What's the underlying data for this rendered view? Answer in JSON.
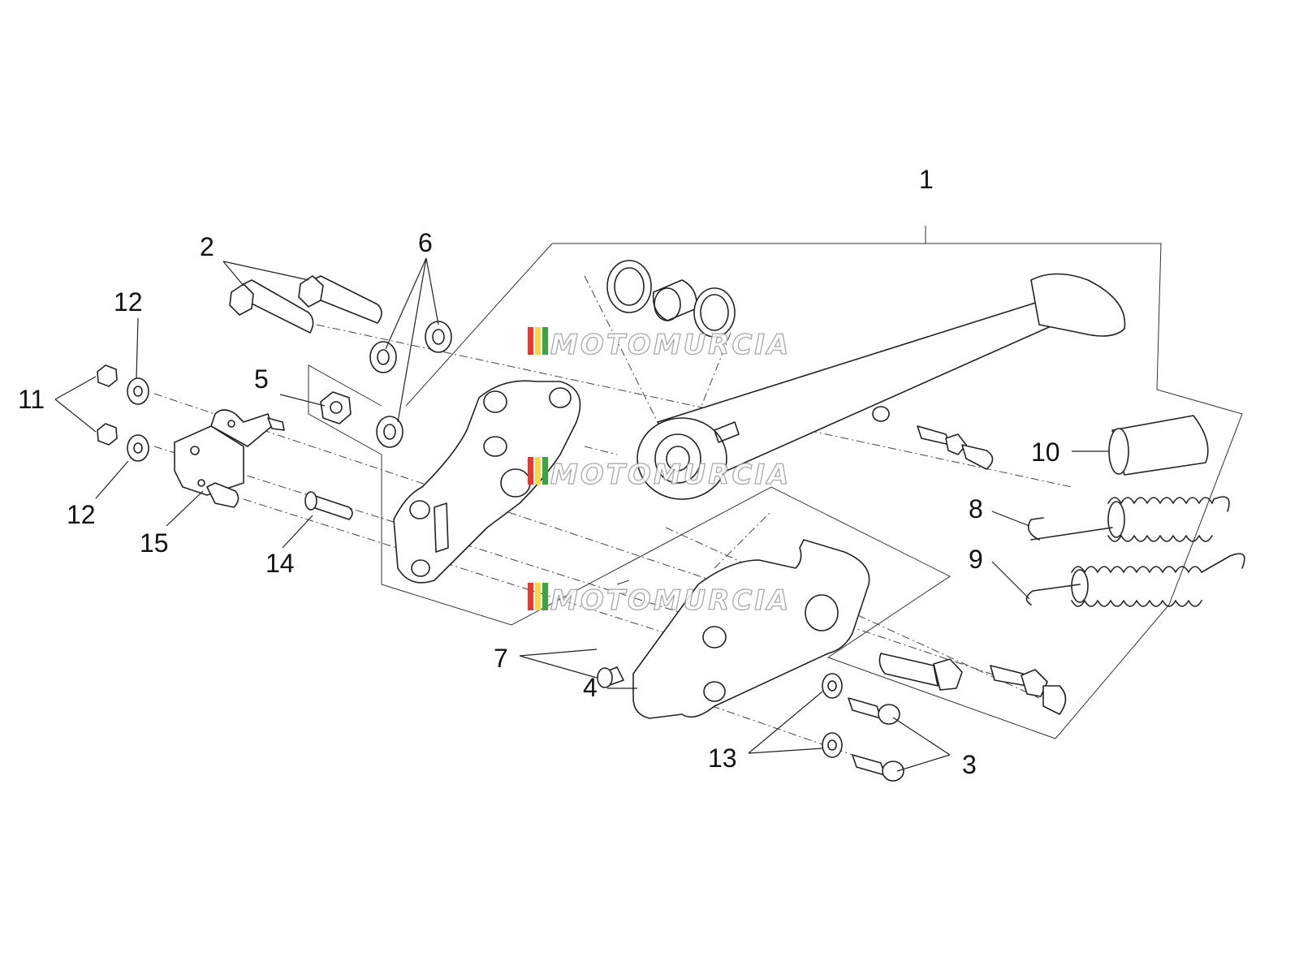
{
  "callouts": [
    {
      "id": "1",
      "label": "1"
    },
    {
      "id": "2",
      "label": "2"
    },
    {
      "id": "3",
      "label": "3"
    },
    {
      "id": "4",
      "label": "4"
    },
    {
      "id": "5",
      "label": "5"
    },
    {
      "id": "6",
      "label": "6"
    },
    {
      "id": "7",
      "label": "7"
    },
    {
      "id": "8",
      "label": "8"
    },
    {
      "id": "9",
      "label": "9"
    },
    {
      "id": "10",
      "label": "10"
    },
    {
      "id": "11",
      "label": "11"
    },
    {
      "id": "12",
      "label": "12"
    },
    {
      "id": "13",
      "label": "13"
    },
    {
      "id": "14",
      "label": "14"
    },
    {
      "id": "15",
      "label": "15"
    }
  ],
  "watermark": {
    "text": "MOTOMURCIA",
    "colors": [
      "#e53935",
      "#fdd835",
      "#43a047"
    ]
  }
}
